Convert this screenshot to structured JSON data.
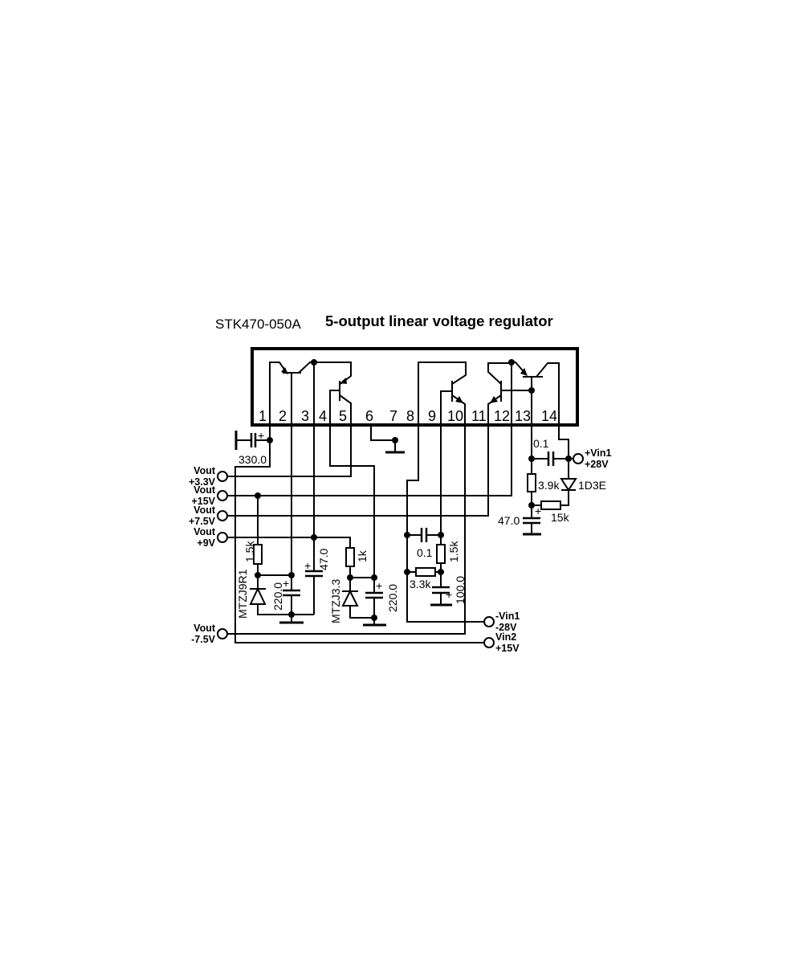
{
  "title": {
    "part_number": "STK470-050A",
    "description": "5-output linear voltage regulator"
  },
  "pins": [
    "1",
    "2",
    "3",
    "4",
    "5",
    "6",
    "7",
    "8",
    "9",
    "10",
    "11",
    "12",
    "13",
    "14"
  ],
  "terminals": {
    "out_3v3": {
      "name": "Vout",
      "value": "+3.3V"
    },
    "out_15": {
      "name": "Vout",
      "value": "+15V"
    },
    "out_7v5": {
      "name": "Vout",
      "value": "+7.5V"
    },
    "out_9": {
      "name": "Vout",
      "value": "+9V"
    },
    "out_neg7v5": {
      "name": "Vout",
      "value": "-7.5V"
    },
    "vin1_pos": {
      "name": "+Vin1",
      "value": "+28V"
    },
    "vin1_neg": {
      "name": "-Vin1",
      "value": "-28V"
    },
    "vin2": {
      "name": "Vin2",
      "value": "+15V"
    }
  },
  "components": {
    "c_330": "330.0",
    "r_1k5_a": "1.5k",
    "zener_a": "MTZJ9R1",
    "c_220_a": "220.0",
    "c_47_a": "47.0",
    "r_1k": "1k",
    "zener_b": "MTZJ3.3",
    "c_220_b": "220.0",
    "c_0_1_a": "0.1",
    "r_1k5_b": "1.5k",
    "r_3k3": "3.3k",
    "c_100": "100.0",
    "c_0_1_b": "0.1",
    "r_3k9": "3.9k",
    "diode": "1D3E",
    "c_47_b": "47.0",
    "r_15k": "15k",
    "plus": "+"
  }
}
